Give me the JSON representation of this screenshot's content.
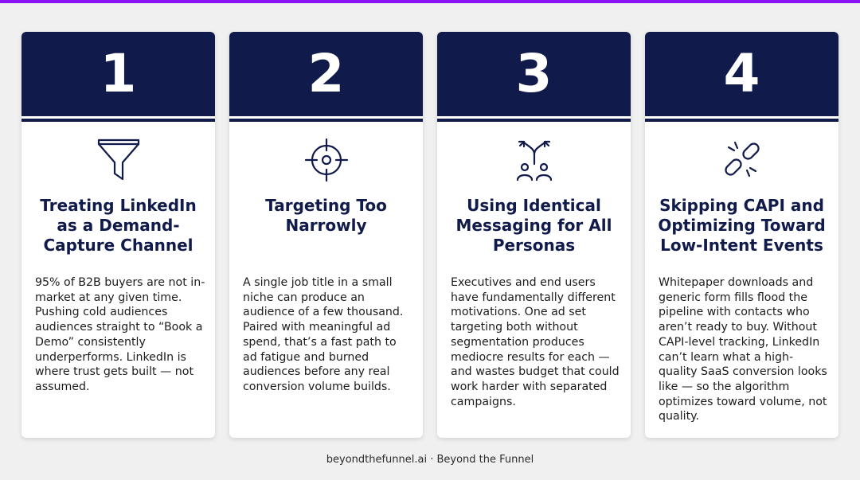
{
  "accent_bar_color": "#8a12f2",
  "card_header_color": "#101a4b",
  "cards": [
    {
      "number": "1",
      "icon": "funnel-icon",
      "title": "Treating LinkedIn as a Demand-Capture Channel",
      "body": "95% of B2B buyers are not in-market at any given time. Pushing cold audiences audiences straight to “Book a Demo” consistently underperforms. LinkedIn is where trust gets built — not assumed."
    },
    {
      "number": "2",
      "icon": "crosshair-target-icon",
      "title": "Targeting Too Narrowly",
      "body": "A single job title in a small niche can produce an audience of a few thousand. Paired with meaningful ad spend, that’s a fast path to ad fatigue and burned audiences before any real conversion volume builds."
    },
    {
      "number": "3",
      "icon": "diverging-personas-icon",
      "title": "Using Identical Messaging for All Personas",
      "body": "Executives and end users have fundamentally different motivations. One ad set targeting both without segmentation produces mediocre results for each — and wastes budget that could work harder with separated campaigns."
    },
    {
      "number": "4",
      "icon": "broken-link-icon",
      "title": "Skipping CAPI and Optimizing Toward Low-Intent Events",
      "body": "Whitepaper downloads and generic form fills flood the pipeline with contacts who aren’t ready to buy. Without CAPI-level tracking, LinkedIn can’t learn what a high-quality SaaS conversion looks like — so the algorithm optimizes toward volume, not quality."
    }
  ],
  "footer": {
    "text": "beyondthefunnel.ai · Beyond the Funnel"
  }
}
